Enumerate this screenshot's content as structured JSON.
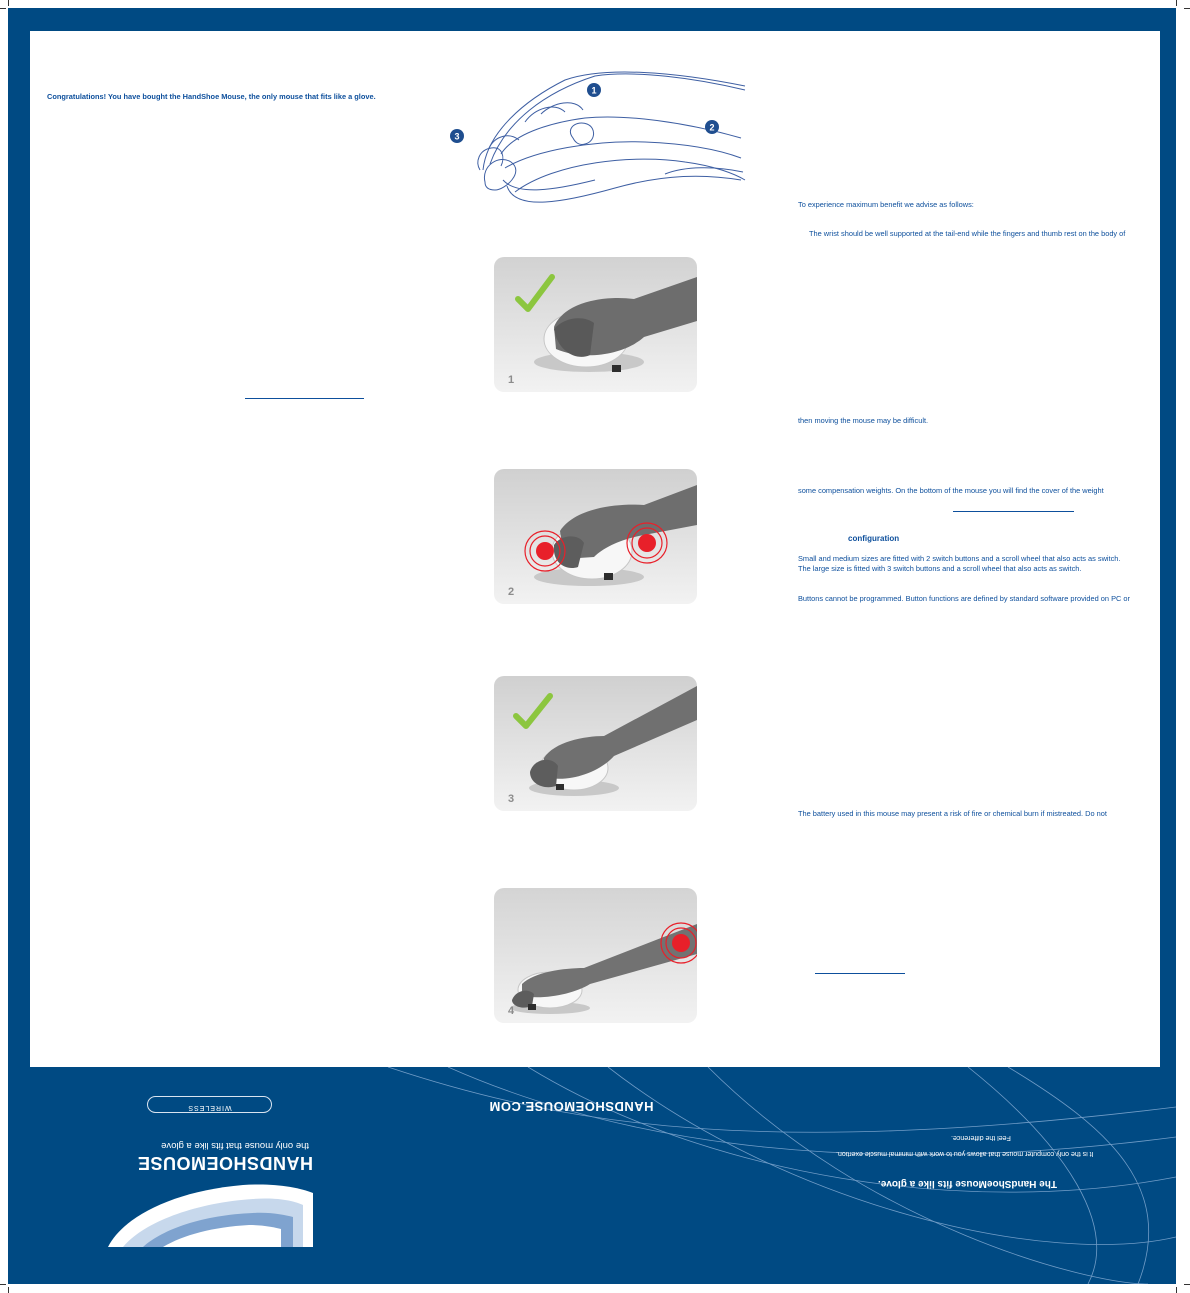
{
  "left_column": {
    "intro": "Congratulations! You have bought the HandShoe Mouse, the only mouse that fits like a glove."
  },
  "diagram": {
    "callouts": [
      "1",
      "2",
      "3"
    ]
  },
  "photos": [
    {
      "number": "1",
      "indicator": "check-mark"
    },
    {
      "number": "2",
      "indicator": "red-target"
    },
    {
      "number": "3",
      "indicator": "check-mark"
    },
    {
      "number": "4",
      "indicator": "red-target"
    }
  ],
  "right_column": {
    "advice_intro": "To experience maximum benefit we advise as follows:",
    "wrist_line": "The wrist should be well supported at the tail-end while the fingers and thumb rest on the body of",
    "moving_line": "then moving the mouse may be difficult.",
    "weights_line": "some compensation weights. On the bottom of the mouse you will find the cover of the weight",
    "configuration_heading": "configuration",
    "sizes_line_1": "Small and medium sizes are fitted with 2 switch buttons and a scroll wheel that also acts as switch.",
    "sizes_line_2": "The large size is fitted with 3 switch buttons and a scroll wheel that also acts as switch.",
    "buttons_line": "Buttons cannot be programmed. Button functions are defined by standard software provided on PC or",
    "battery_line": "The battery used in this mouse may present a risk of fire or chemical burn if mistreated. Do not"
  },
  "back_panel": {
    "wireless_label": "WIRELESS",
    "logo_main": "HANDSHOEMOUSE",
    "logo_tagline": "the only mouse that fits like a glove",
    "website": "HANDSHOEMOUSE.COM",
    "headline": "The HandShoeMouse fits like a glove.",
    "body_line": "It is the only computer mouse that allows you to work with minimal muscle exertion.",
    "closing_line": "Feel the difference."
  },
  "colors": {
    "brand_blue": "#004a83",
    "text_blue": "#0d4f9c",
    "check_green": "#8cc63f",
    "target_red": "#e8202a"
  }
}
